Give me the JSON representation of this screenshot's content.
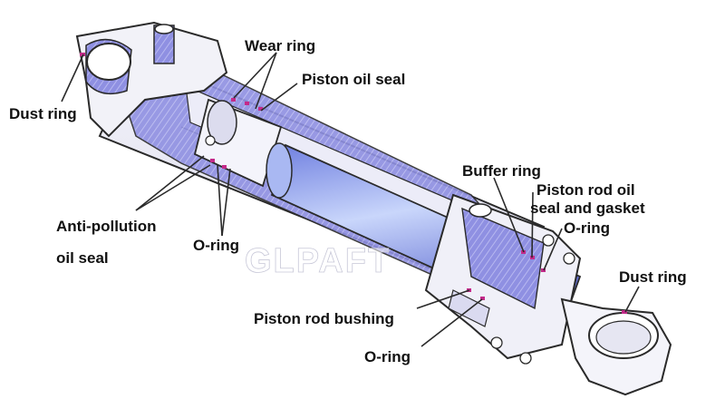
{
  "labels": {
    "dust_ring_left": "Dust ring",
    "wear_ring": "Wear ring",
    "piston_oil_seal": "Piston oil seal",
    "anti_pollution_line1": "Anti-pollution",
    "anti_pollution_line2": "oil seal",
    "o_ring_left": "O-ring",
    "buffer_ring": "Buffer ring",
    "piston_rod_oil_seal_line1": "Piston rod oil",
    "piston_rod_oil_seal_line2": "seal and gasket",
    "o_ring_right": "O-ring",
    "dust_ring_right": "Dust ring",
    "piston_rod_bushing": "Piston rod bushing",
    "o_ring_bottom": "O-ring"
  },
  "watermark": "GLPAFT",
  "colors": {
    "body_fill": "#e9e9f4",
    "section_fill": "#8e8fe0",
    "rod_fill": "#9ab0ee",
    "seal": "#c42a8a",
    "outline": "#2a2a2a"
  }
}
